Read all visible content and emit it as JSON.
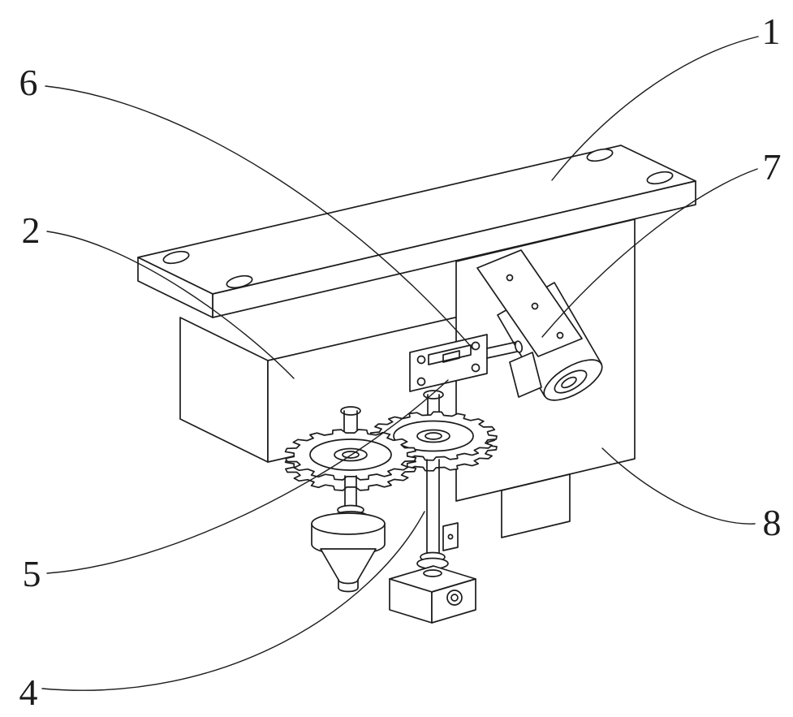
{
  "figure": {
    "background_color": "#ffffff",
    "line_color": "#1c1c1c",
    "labels": {
      "n1": "1",
      "n2": "2",
      "n4": "4",
      "n5": "5",
      "n6": "6",
      "n7": "7",
      "n8": "8"
    }
  }
}
